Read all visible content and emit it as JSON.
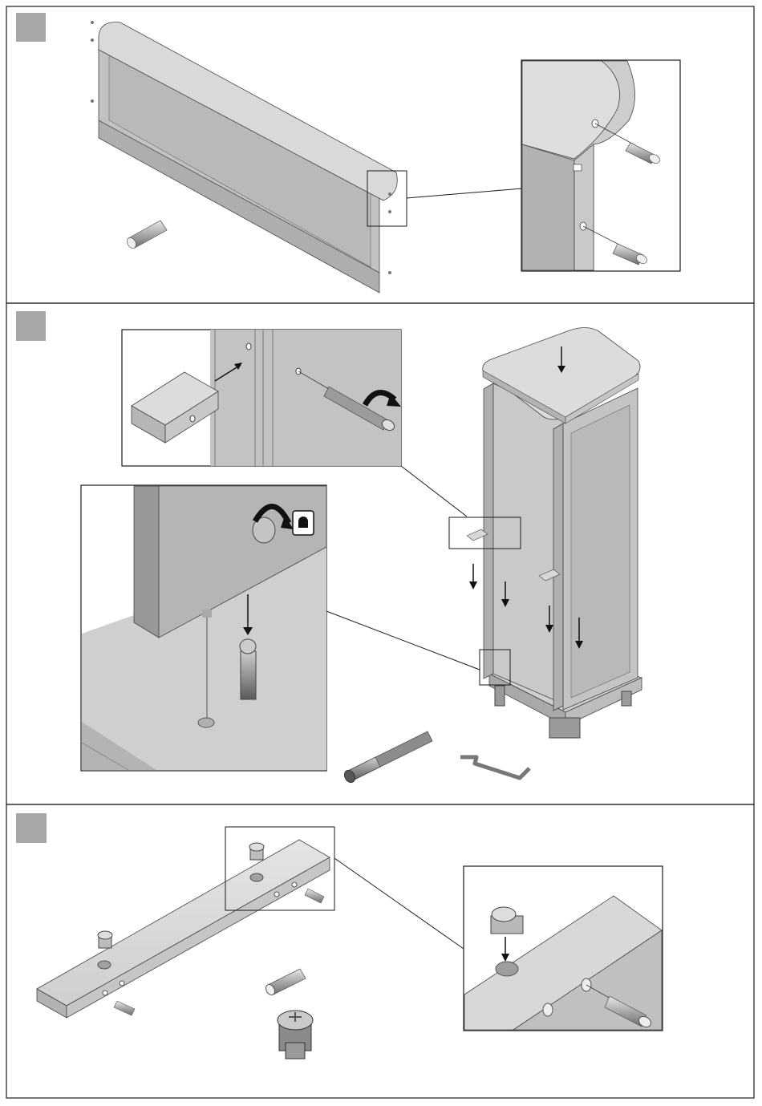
{
  "document": {
    "type": "assembly-instructions",
    "steps": [
      {
        "icon": "step-badge",
        "parts": [
          "wooden-dowel"
        ],
        "detail": "dowels-inserted-into-headboard-edge"
      },
      {
        "icon": "step-badge",
        "parts": [
          "connector-bolt",
          "allen-key",
          "cam-lock"
        ],
        "detail": "cabinet-sides-lowered-onto-base"
      },
      {
        "icon": "step-badge",
        "parts": [
          "wooden-dowel",
          "cam-lock"
        ],
        "detail": "cam-lock-and-dowel-into-rail"
      }
    ],
    "colors": {
      "panel_light": "#d8d8d8",
      "panel_mid": "#b9b9b9",
      "panel_dark": "#8d8d8d",
      "badge": "#a7a7a7",
      "line": "#1a1a1a"
    }
  }
}
